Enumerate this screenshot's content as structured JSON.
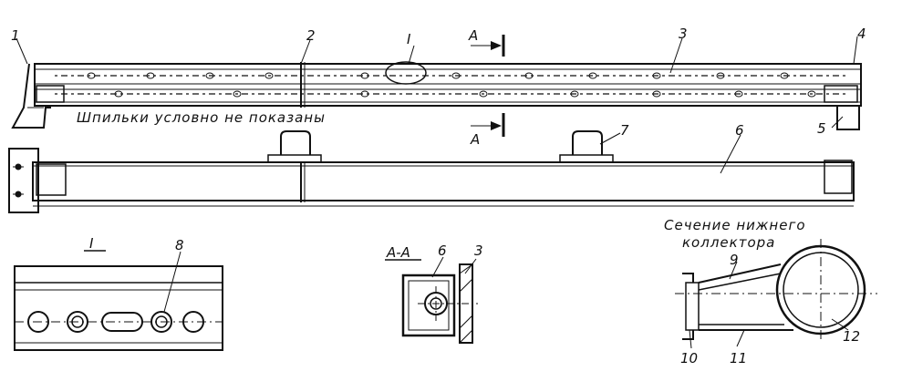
{
  "labels": {
    "l1": "1",
    "l2": "2",
    "l3": "3",
    "l4": "4",
    "l5": "5",
    "l6": "6",
    "l7": "7",
    "l6b": "6",
    "l3b": "3",
    "l8": "8",
    "l9": "9",
    "l10": "10",
    "l11": "11",
    "l12": "12",
    "detail_I_top": "I",
    "detail_I": "I",
    "arrowA_top": "A",
    "arrowA_bottom": "A",
    "section_AA": "А-А"
  },
  "notes": {
    "studs": "Шпильки условно не показаны",
    "collector_line1": "Сечение нижнего",
    "collector_line2": "коллектора"
  }
}
